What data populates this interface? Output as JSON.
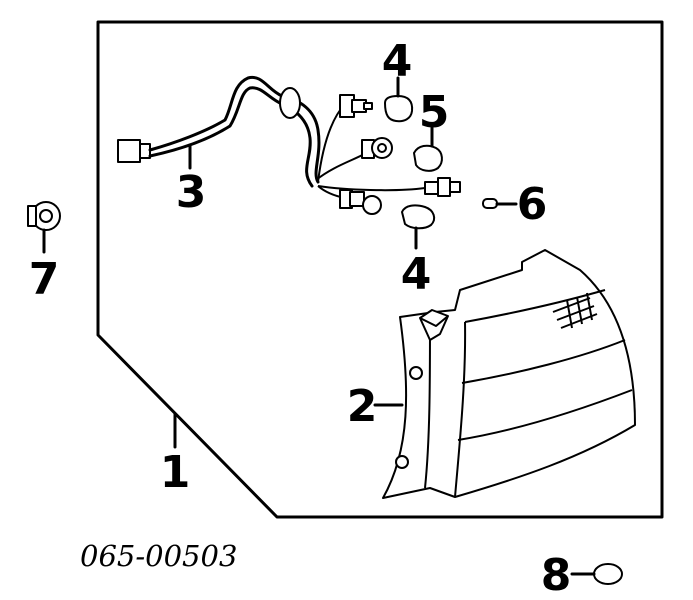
{
  "callouts": {
    "c1": "1",
    "c2": "2",
    "c3": "3",
    "c4_top": "4",
    "c4_bottom": "4",
    "c5": "5",
    "c6": "6",
    "c7": "7",
    "c8": "8"
  },
  "part_number": "065-00503"
}
